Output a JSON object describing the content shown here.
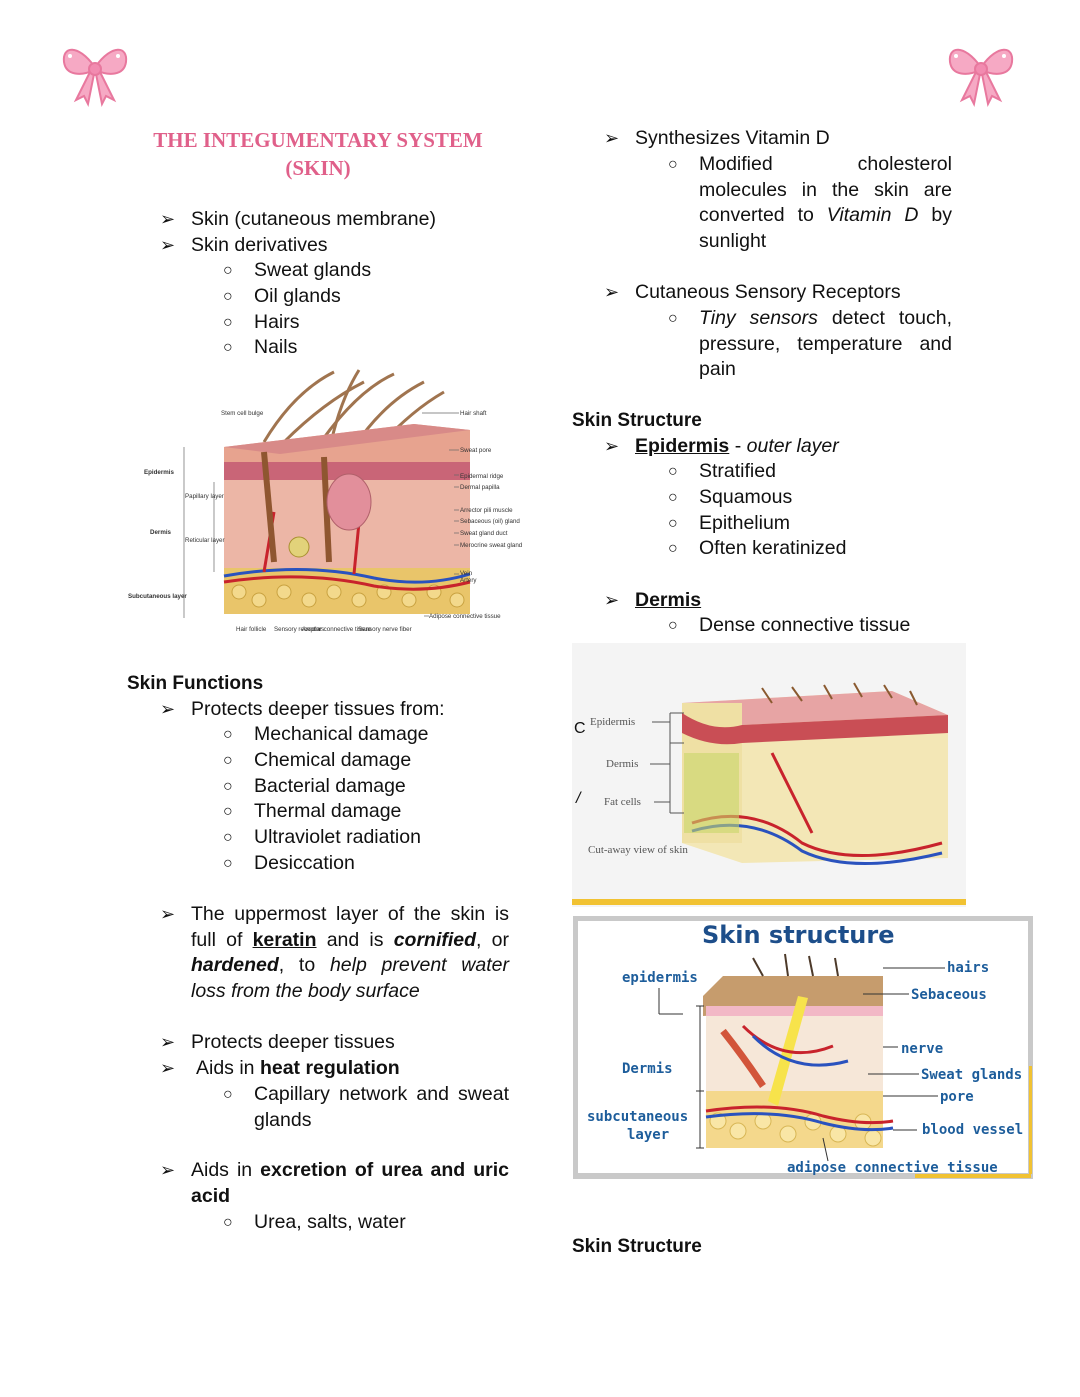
{
  "title": {
    "line1": "THE INTEGUMENTARY SYSTEM",
    "line2": "(SKIN)"
  },
  "left": {
    "intro": [
      "Skin (cutaneous membrane)",
      "Skin derivatives"
    ],
    "derivatives": [
      "Sweat glands",
      "Oil glands",
      "Hairs",
      "Nails"
    ],
    "figure1_labels": {
      "stem": "Stem cell bulge",
      "hair_shaft": "Hair shaft",
      "sweat_pore": "Sweat pore",
      "ep_ridge": "Epidermal ridge",
      "dermal_papilla": "Dermal papilla",
      "arrector": "Arrector pili muscle",
      "sebaceous": "Sebaceous (oil) gland",
      "sweat_duct": "Sweat gland duct",
      "merocrine": "Merocrine sweat gland",
      "vein": "Vein",
      "artery": "Artery",
      "adipose": "Adipose connective tissue",
      "epidermis": "Epidermis",
      "papillary": "Papillary layer",
      "dermis": "Dermis",
      "reticular": "Reticular layer",
      "subcutaneous": "Subcutaneous layer",
      "hair_follicle": "Hair follicle",
      "sensory_receptors": "Sensory receptors",
      "areolar": "Areolar connective tissue",
      "sensory_nerve": "Sensory nerve fiber"
    },
    "functions_heading": "Skin Functions",
    "protects_from": "Protects deeper tissues from:",
    "damages": [
      "Mechanical damage",
      "Chemical damage",
      "Bacterial damage",
      "Thermal damage",
      "Ultraviolet radiation",
      "Desiccation"
    ],
    "keratin": {
      "p1": "The uppermost layer of the skin is full of ",
      "keratin": "keratin",
      "p2": " and is ",
      "cornified": "cornified",
      "p3": ", or ",
      "hardened": "hardened",
      "p4": ", to ",
      "help": "help prevent water loss from the body surface"
    },
    "protects": "Protects deeper tissues",
    "heat": {
      "pre": "Aids in ",
      "bold": "heat regulation"
    },
    "capillary": "Capillary network and sweat glands",
    "excretion": {
      "pre": "Aids in ",
      "bold": "excretion of urea and uric acid"
    },
    "urea": "Urea, salts, water"
  },
  "right": {
    "vitd": "Synthesizes Vitamin D",
    "vitd_sub": {
      "p1": "Modified cholesterol molecules in the skin are converted to ",
      "ital": "Vitamin D",
      "p2": " by sunlight"
    },
    "receptors": "Cutaneous Sensory Receptors",
    "receptors_sub": {
      "ital": "Tiny sensors",
      "p": " detect touch, pressure, temperature and pain"
    },
    "structure_heading": "Skin Structure",
    "epidermis": {
      "label": "Epidermis",
      "dash": " - ",
      "desc": "outer layer"
    },
    "epidermis_items": [
      "Stratified",
      "Squamous",
      "Epithelium",
      "Often keratinized"
    ],
    "dermis": "Dermis",
    "dermis_items": [
      "Dense connective tissue"
    ],
    "figure2_labels": {
      "c": "C",
      "v": "/",
      "epidermis": "Epidermis",
      "dermis": "Dermis",
      "fat": "Fat cells",
      "caption": "Cut-away view of skin"
    },
    "figure3_labels": {
      "title": "Skin structure",
      "epidermis": "epidermis",
      "hairs": "hairs",
      "sebaceous": "Sebaceous",
      "dermis": "Dermis",
      "nerve": "nerve",
      "sweat": "Sweat glands",
      "pore": "pore",
      "subcutaneous": "subcutaneous",
      "layer": "layer",
      "blood": "blood vessel",
      "adipose": "adipose connective tissue"
    },
    "structure_heading2": "Skin Structure"
  },
  "colors": {
    "title": "#e0608a",
    "fig3_title": "#1d4e8a",
    "fig3_label": "#1d5d9b"
  },
  "icons": [
    "bow-icon",
    "bow-icon"
  ]
}
